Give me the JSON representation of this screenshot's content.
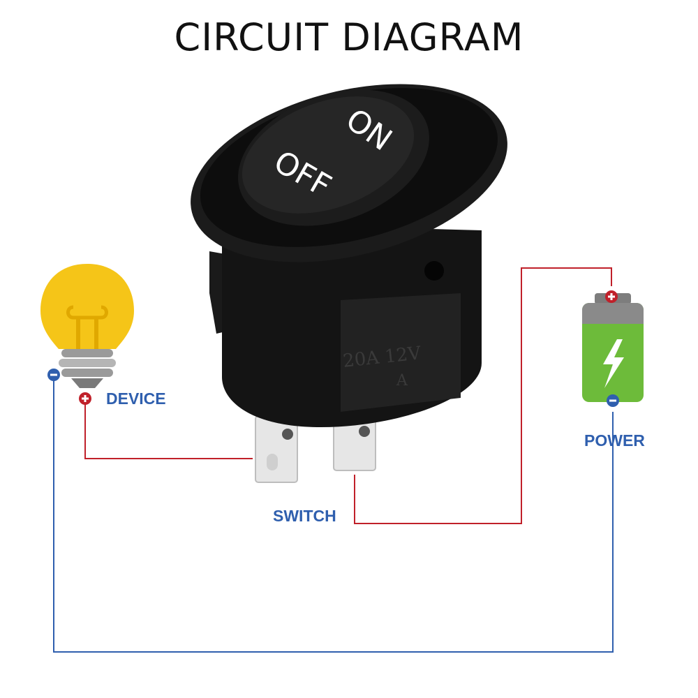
{
  "title": "CIRCUIT  DIAGRAM",
  "labels": {
    "device": "DEVICE",
    "switch": "SWITCH",
    "power": "POWER"
  },
  "switch_marks": {
    "on": "ON",
    "off": "OFF",
    "rating": "20A 12V",
    "letter": "A"
  },
  "terminal_symbols": {
    "plus": "+",
    "minus": "−"
  },
  "colors": {
    "positive_wire": "#c0202a",
    "negative_wire": "#2f5fae",
    "label_text": "#2f5fae",
    "bulb_yellow": "#f5c518",
    "battery_green": "#6dbb3a",
    "switch_body": "#111111"
  }
}
